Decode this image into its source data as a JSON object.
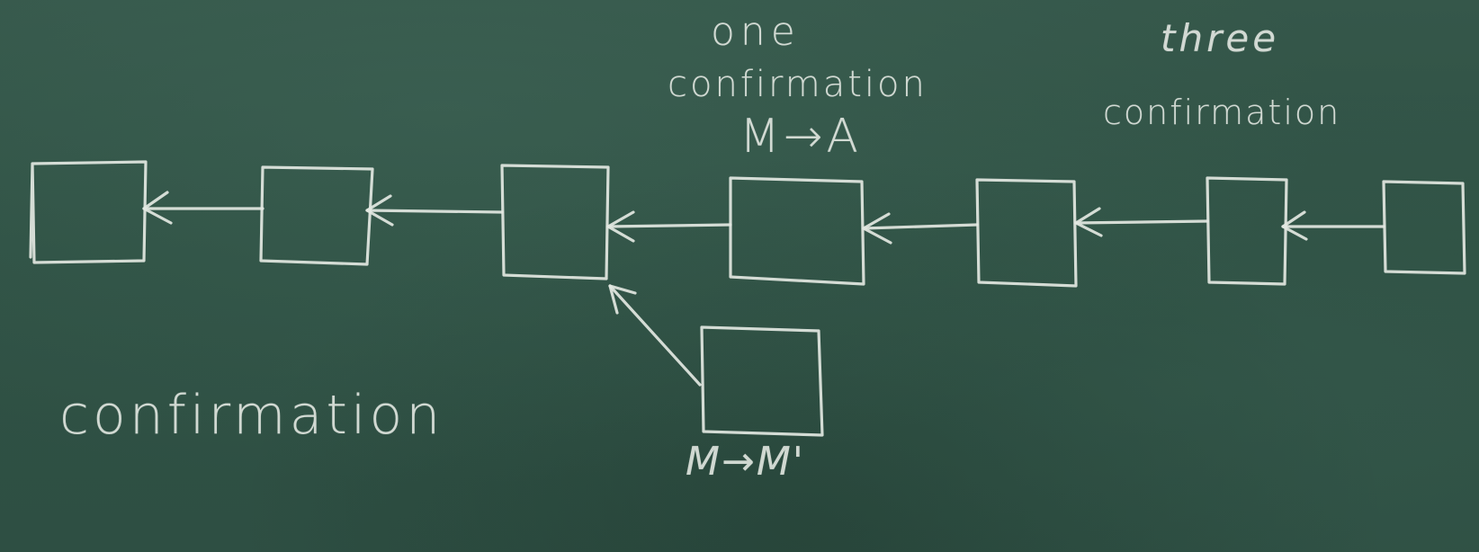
{
  "labels": {
    "one": "one",
    "one_confirmation": "confirmation",
    "m_to_a": "M→A",
    "three": "three",
    "three_confirmation": "confirmation",
    "confirmation": "confirmation",
    "m_to_m_prime": "M→M'"
  },
  "colors": {
    "board": "#2f5144",
    "chalk": "#e3e8e2"
  }
}
